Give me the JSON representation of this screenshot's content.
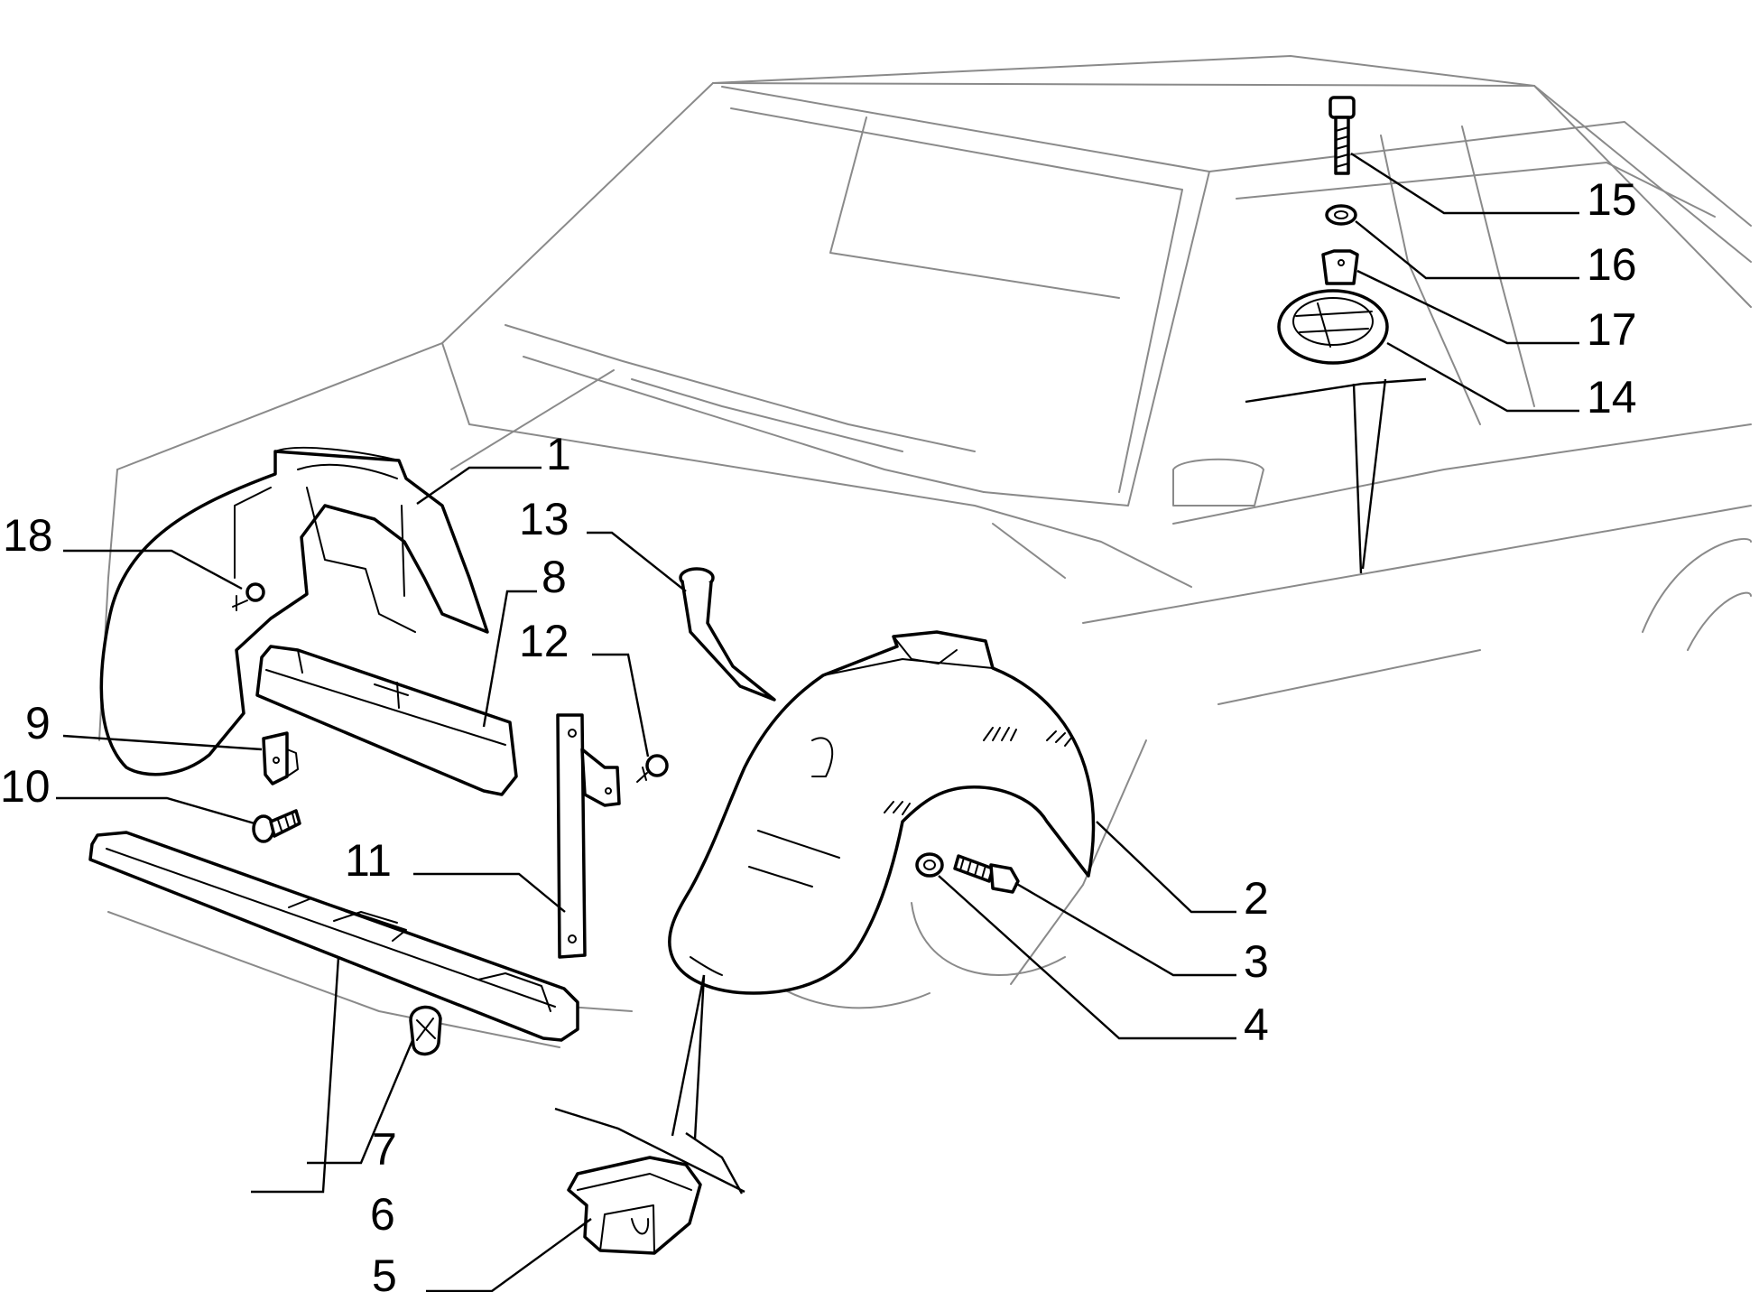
{
  "callouts": {
    "c1": "1",
    "c2": "2",
    "c3": "3",
    "c4": "4",
    "c5": "5",
    "c6": "6",
    "c7": "7",
    "c8": "8",
    "c9": "9",
    "c10": "10",
    "c11": "11",
    "c12": "12",
    "c13": "13",
    "c14": "14",
    "c15": "15",
    "c16": "16",
    "c17": "17",
    "c18": "18"
  },
  "colors": {
    "ink": "#000000",
    "car_outline": "#8a8a8a",
    "background": "#ffffff"
  }
}
